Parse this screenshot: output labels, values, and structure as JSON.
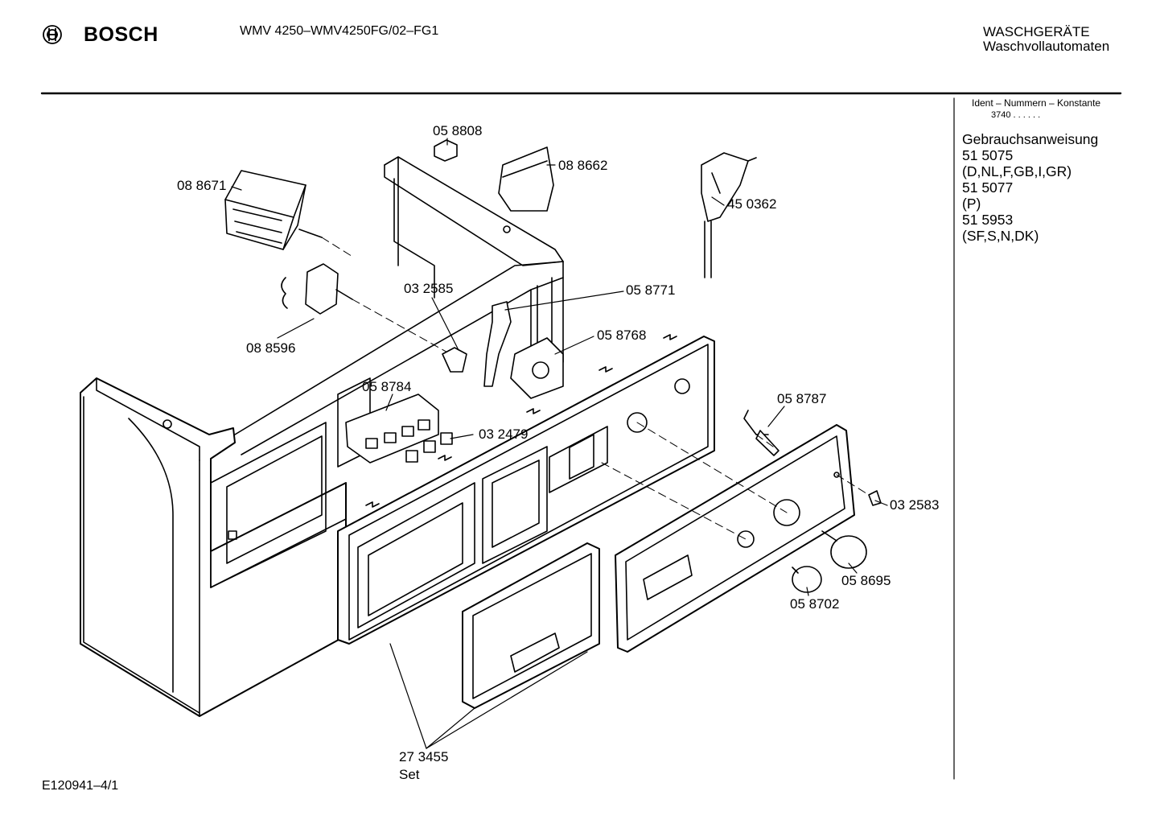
{
  "header": {
    "brand": "BOSCH",
    "logo_icon": "bosch-armature-icon",
    "model": "WMV 4250–WMV4250FG/02–FG1",
    "category_line1": "WASCHGERÄTE",
    "category_line2": "Waschvollautomaten"
  },
  "sidebar": {
    "ident_heading": "Ident – Nummern – Konstante",
    "ident_value": "3740  .  .   .  .  .  .",
    "lines": [
      "Gebrauchsanweisung",
      "51 5075",
      "(D,NL,F,GB,I,GR)",
      "51 5077",
      "(P)",
      "51 5953",
      "(SF,S,N,DK)"
    ]
  },
  "parts": [
    {
      "id": "p1",
      "label": "05 8808"
    },
    {
      "id": "p2",
      "label": "08 8662"
    },
    {
      "id": "p3",
      "label": "08 8671"
    },
    {
      "id": "p4",
      "label": "45 0362"
    },
    {
      "id": "p5",
      "label": "03 2585"
    },
    {
      "id": "p6",
      "label": "05 8771"
    },
    {
      "id": "p7",
      "label": "08 8596"
    },
    {
      "id": "p8",
      "label": "05 8768"
    },
    {
      "id": "p9",
      "label": "05 8784"
    },
    {
      "id": "p10",
      "label": "05 8787"
    },
    {
      "id": "p11",
      "label": "03 2479"
    },
    {
      "id": "p12",
      "label": "03 2583"
    },
    {
      "id": "p13",
      "label": "05 8695"
    },
    {
      "id": "p14",
      "label": "05 8702"
    },
    {
      "id": "p15",
      "label": "27 3455"
    },
    {
      "id": "p16",
      "label": "Set"
    }
  ],
  "footer": {
    "drawing_number": "E120941–4/1"
  }
}
